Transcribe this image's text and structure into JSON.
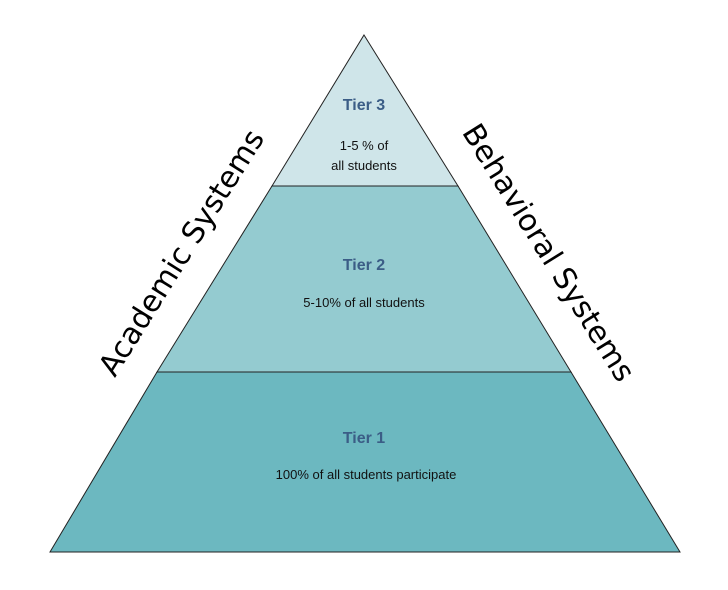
{
  "tiers": [
    {
      "title": "Tier 3",
      "desc_lines": [
        "1-5 % of",
        "all students"
      ],
      "fill": "#cfe5e9"
    },
    {
      "title": "Tier 2",
      "desc_lines": [
        "5-10% of all students"
      ],
      "fill": "#94cbd0"
    },
    {
      "title": "Tier 1",
      "desc_lines": [
        "100% of all students participate"
      ],
      "fill": "#6cb8c0"
    }
  ],
  "side_labels": {
    "left": "Academic Systems",
    "right": "Behavioral Systems"
  },
  "colors": {
    "title_text": "#3b5d86",
    "outline": "#222222"
  }
}
